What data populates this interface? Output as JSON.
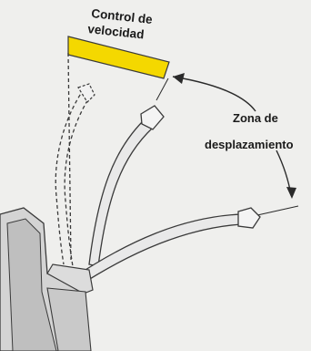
{
  "labels": {
    "speed_control_line1": "Control de",
    "speed_control_line2": "velocidad",
    "travel_zone_line1": "Zona de",
    "travel_zone_line2": "desplazamiento"
  },
  "colors": {
    "background": "#efefed",
    "speed_band": "#f4d800",
    "outline": "#3a3a3a",
    "body_fill": "#d9d9d9",
    "body_shade": "#bdbdbd",
    "text": "#1a1a1a"
  }
}
